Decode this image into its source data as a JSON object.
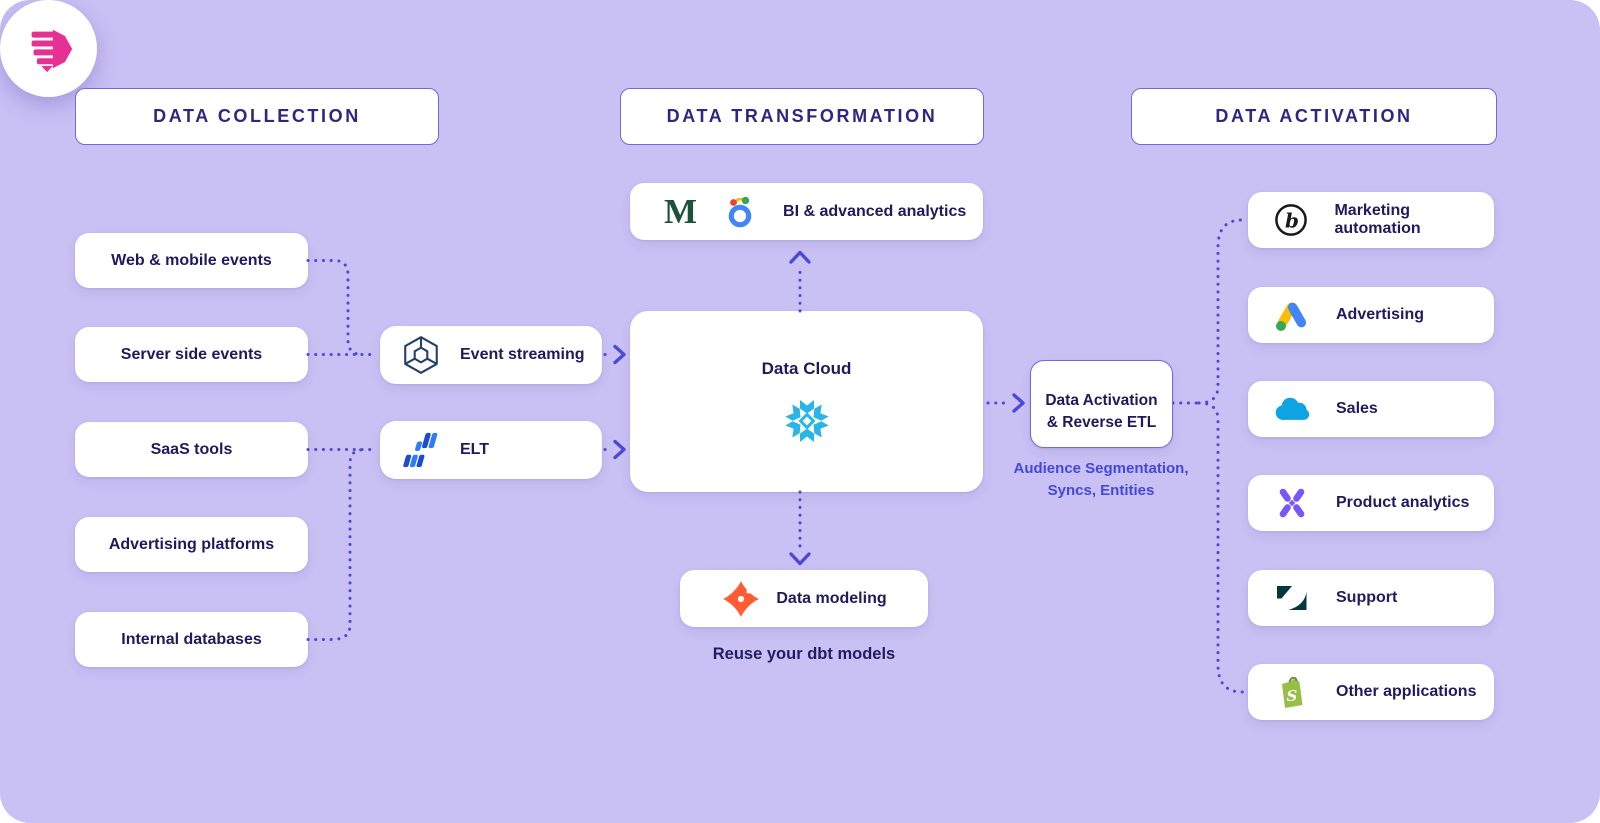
{
  "headers": {
    "collection": "DATA COLLECTION",
    "transformation": "DATA TRANSFORMATION",
    "activation": "DATA ACTIVATION"
  },
  "sources": [
    {
      "label": "Web & mobile events"
    },
    {
      "label": "Server side events"
    },
    {
      "label": "SaaS tools"
    },
    {
      "label": "Advertising platforms"
    },
    {
      "label": "Internal databases"
    }
  ],
  "ingestion": [
    {
      "label": "Event streaming",
      "icon": "hexagon-mesh-icon"
    },
    {
      "label": "ELT",
      "icon": "fivetran-logo"
    }
  ],
  "bi": {
    "label": "BI & advanced analytics",
    "icons": [
      "green-m-logo",
      "looker-logo"
    ]
  },
  "warehouse": {
    "label": "Data Cloud",
    "icon": "snowflake-logo"
  },
  "modeling": {
    "label": "Data modeling",
    "icon": "dbt-logo",
    "caption": "Reuse your dbt models"
  },
  "activation_hub": {
    "icon": "hightouch-logo",
    "box_line1": "Data Activation",
    "box_line2": "& Reverse ETL",
    "caption_line1": "Audience Segmentation,",
    "caption_line2": "Syncs, Entities"
  },
  "destinations": [
    {
      "label": "Marketing automation",
      "icon": "braze-logo"
    },
    {
      "label": "Advertising",
      "icon": "google-ads-logo"
    },
    {
      "label": "Sales",
      "icon": "salesforce-logo"
    },
    {
      "label": "Product analytics",
      "icon": "mixpanel-logo"
    },
    {
      "label": "Support",
      "icon": "zendesk-logo"
    },
    {
      "label": "Other applications",
      "icon": "shopify-logo"
    }
  ],
  "logo_letters": {
    "braze": "b",
    "shopify": "S",
    "green_m": "M"
  },
  "colors": {
    "background": "#c9c0f4",
    "connector": "#4a4ad6",
    "heading_text": "#2c2782",
    "box_text": "#1f1a5e",
    "activation_caption": "#4348dd",
    "snowflake_blue": "#29b5e8",
    "dbt_orange": "#ff5c35",
    "hightouch_pink": "#e73094",
    "salesforce_blue": "#0ea3e2",
    "mixpanel_purple": "#7856ff",
    "zendesk_teal": "#07363d",
    "shopify_green": "#95bf47"
  }
}
